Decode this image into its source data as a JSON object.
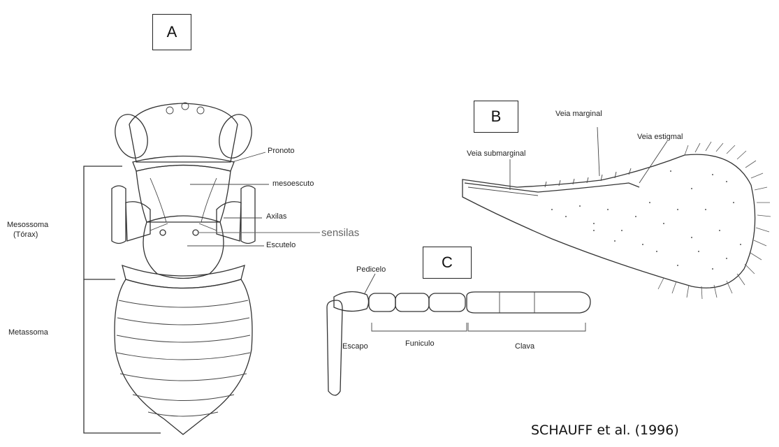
{
  "panels": {
    "a": "A",
    "b": "B",
    "c": "C"
  },
  "insect_labels": {
    "pronoto": "Pronoto",
    "mesoescuto": "mesoescuto",
    "axilas": "Axilas",
    "escutelo": "Escutelo",
    "sensilas": "sensilas",
    "mesossoma": "Mesossoma",
    "torax": "(Tórax)",
    "metassoma": "Metassoma"
  },
  "wing_labels": {
    "veia_marginal": "Veia marginal",
    "veia_estigmal": "Veia estigmal",
    "veia_submarginal": "Veia submarginal"
  },
  "antenna_labels": {
    "pedicelo": "Pedicelo",
    "escapo": "Escapo",
    "funiculo": "Funiculo",
    "clava": "Clava"
  },
  "credit": "SCHAUFF et al. (1996)"
}
